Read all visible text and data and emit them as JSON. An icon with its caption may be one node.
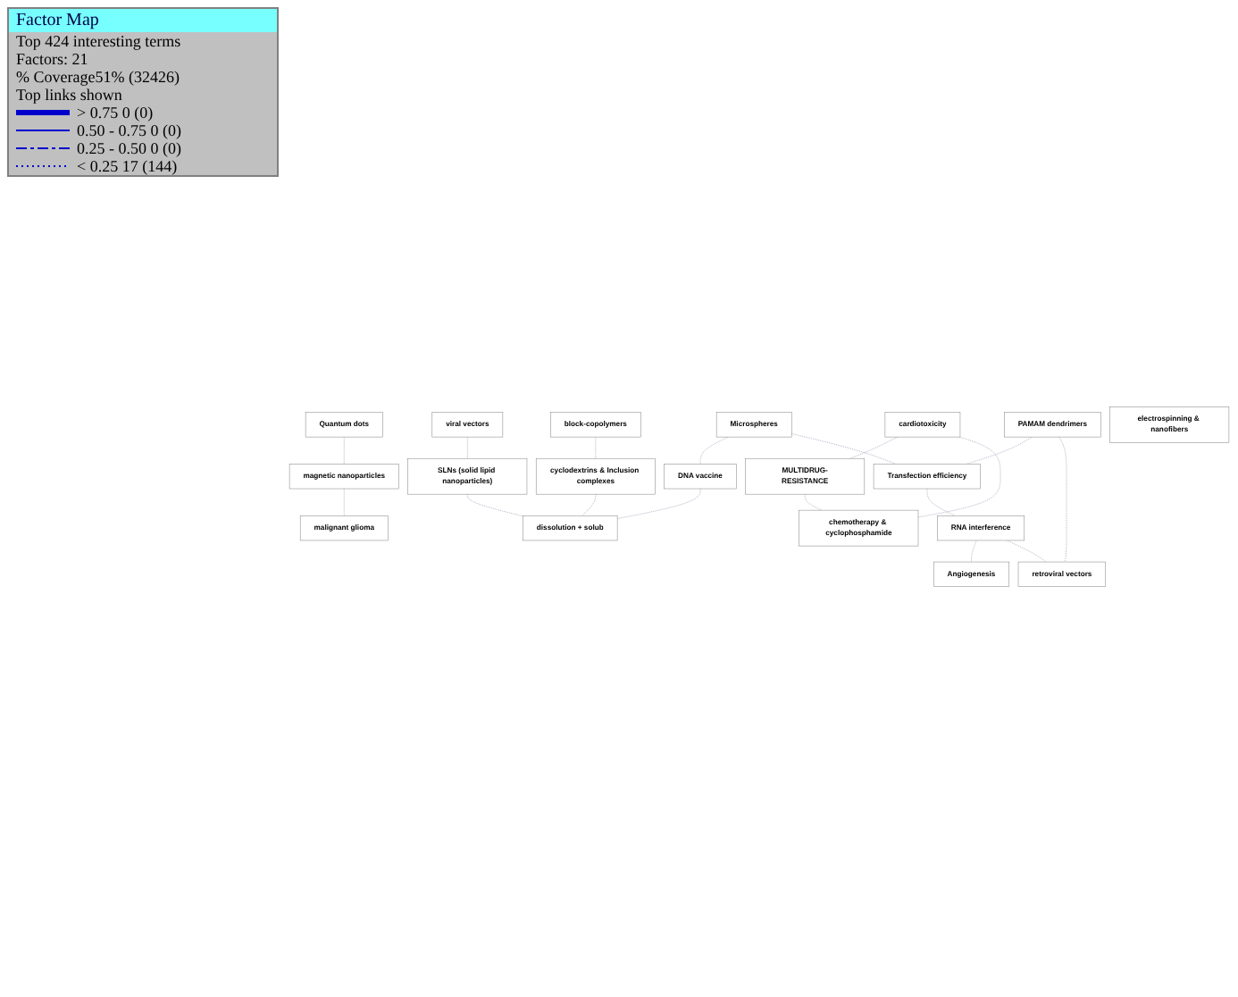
{
  "diagram": {
    "title": "Factor Map",
    "nodes": [
      {
        "text": [
          "cardiotoxicity"
        ]
      },
      {
        "text": [
          "Quantum dots"
        ]
      },
      {
        "text": [
          "magnetic nanoparticles"
        ]
      },
      {
        "text": [
          "malignant glioma"
        ]
      },
      {
        "text": [
          "block-copolymers"
        ]
      },
      {
        "text": [
          "cyclodextrins & Inclusion complexes"
        ]
      },
      {
        "text": [
          "PAMAM dendrimers"
        ]
      },
      {
        "text": [
          "viral vectors"
        ]
      },
      {
        "text": [
          "SLNs (solid lipid nanoparticles)"
        ]
      },
      {
        "text": [
          "dissolution + solub"
        ]
      },
      {
        "text": [
          "retroviral vectors"
        ]
      },
      {
        "text": [
          "Transfection efficiency"
        ]
      },
      {
        "text": [
          "RNA interference"
        ]
      },
      {
        "text": [
          "Microspheres"
        ]
      },
      {
        "text": [
          "DNA vaccine"
        ]
      },
      {
        "text": [
          "Angiogenesis"
        ]
      },
      {
        "text": [
          "MULTIDRUG-RESISTANCE"
        ]
      },
      {
        "text": [
          "chemotherapy & cyclophosphamide"
        ]
      },
      {
        "text": [
          "electrospinning & nanofibers"
        ]
      }
    ],
    "edges": [
      {
        "from": 1,
        "to": 2,
        "arrow": "none"
      },
      {
        "from": 2,
        "to": 3,
        "arrow": "none"
      },
      {
        "from": 4,
        "to": 5,
        "arrow": "none"
      },
      {
        "from": 5,
        "to": 9,
        "arrow": "none"
      },
      {
        "from": 6,
        "to": 10,
        "arrow": "none"
      },
      {
        "from": 6,
        "to": 11,
        "arrow": "none"
      },
      {
        "from": 7,
        "to": 8,
        "arrow": "none"
      },
      {
        "from": 8,
        "to": 9,
        "arrow": "none"
      },
      {
        "from": 11,
        "to": 12,
        "arrow": "none"
      },
      {
        "from": 12,
        "to": 10,
        "arrow": "none"
      },
      {
        "from": 12,
        "to": 15,
        "arrow": "none"
      },
      {
        "from": 13,
        "to": 11,
        "arrow": "none"
      },
      {
        "from": 13,
        "to": 14,
        "arrow": "none"
      },
      {
        "from": 14,
        "to": 9,
        "arrow": "none"
      },
      {
        "from": 0,
        "to": 17,
        "arrow": "none"
      },
      {
        "from": 0,
        "to": 16,
        "arrow": "none"
      },
      {
        "from": 16,
        "to": 17,
        "arrow": "none"
      }
    ],
    "labels": [
      "Top 424 interesting terms",
      "Factors: 21",
      "% Coverage51% (32426)",
      "Top links shown"
    ],
    "legend": [
      {
        "text": "> 0.75 0 (0)"
      },
      {
        "text": "0.50 - 0.75 0 (0)"
      },
      {
        "text": "0.25 - 0.50 0 (0)"
      },
      {
        "text": "< 0.25 17 (144)"
      }
    ]
  }
}
